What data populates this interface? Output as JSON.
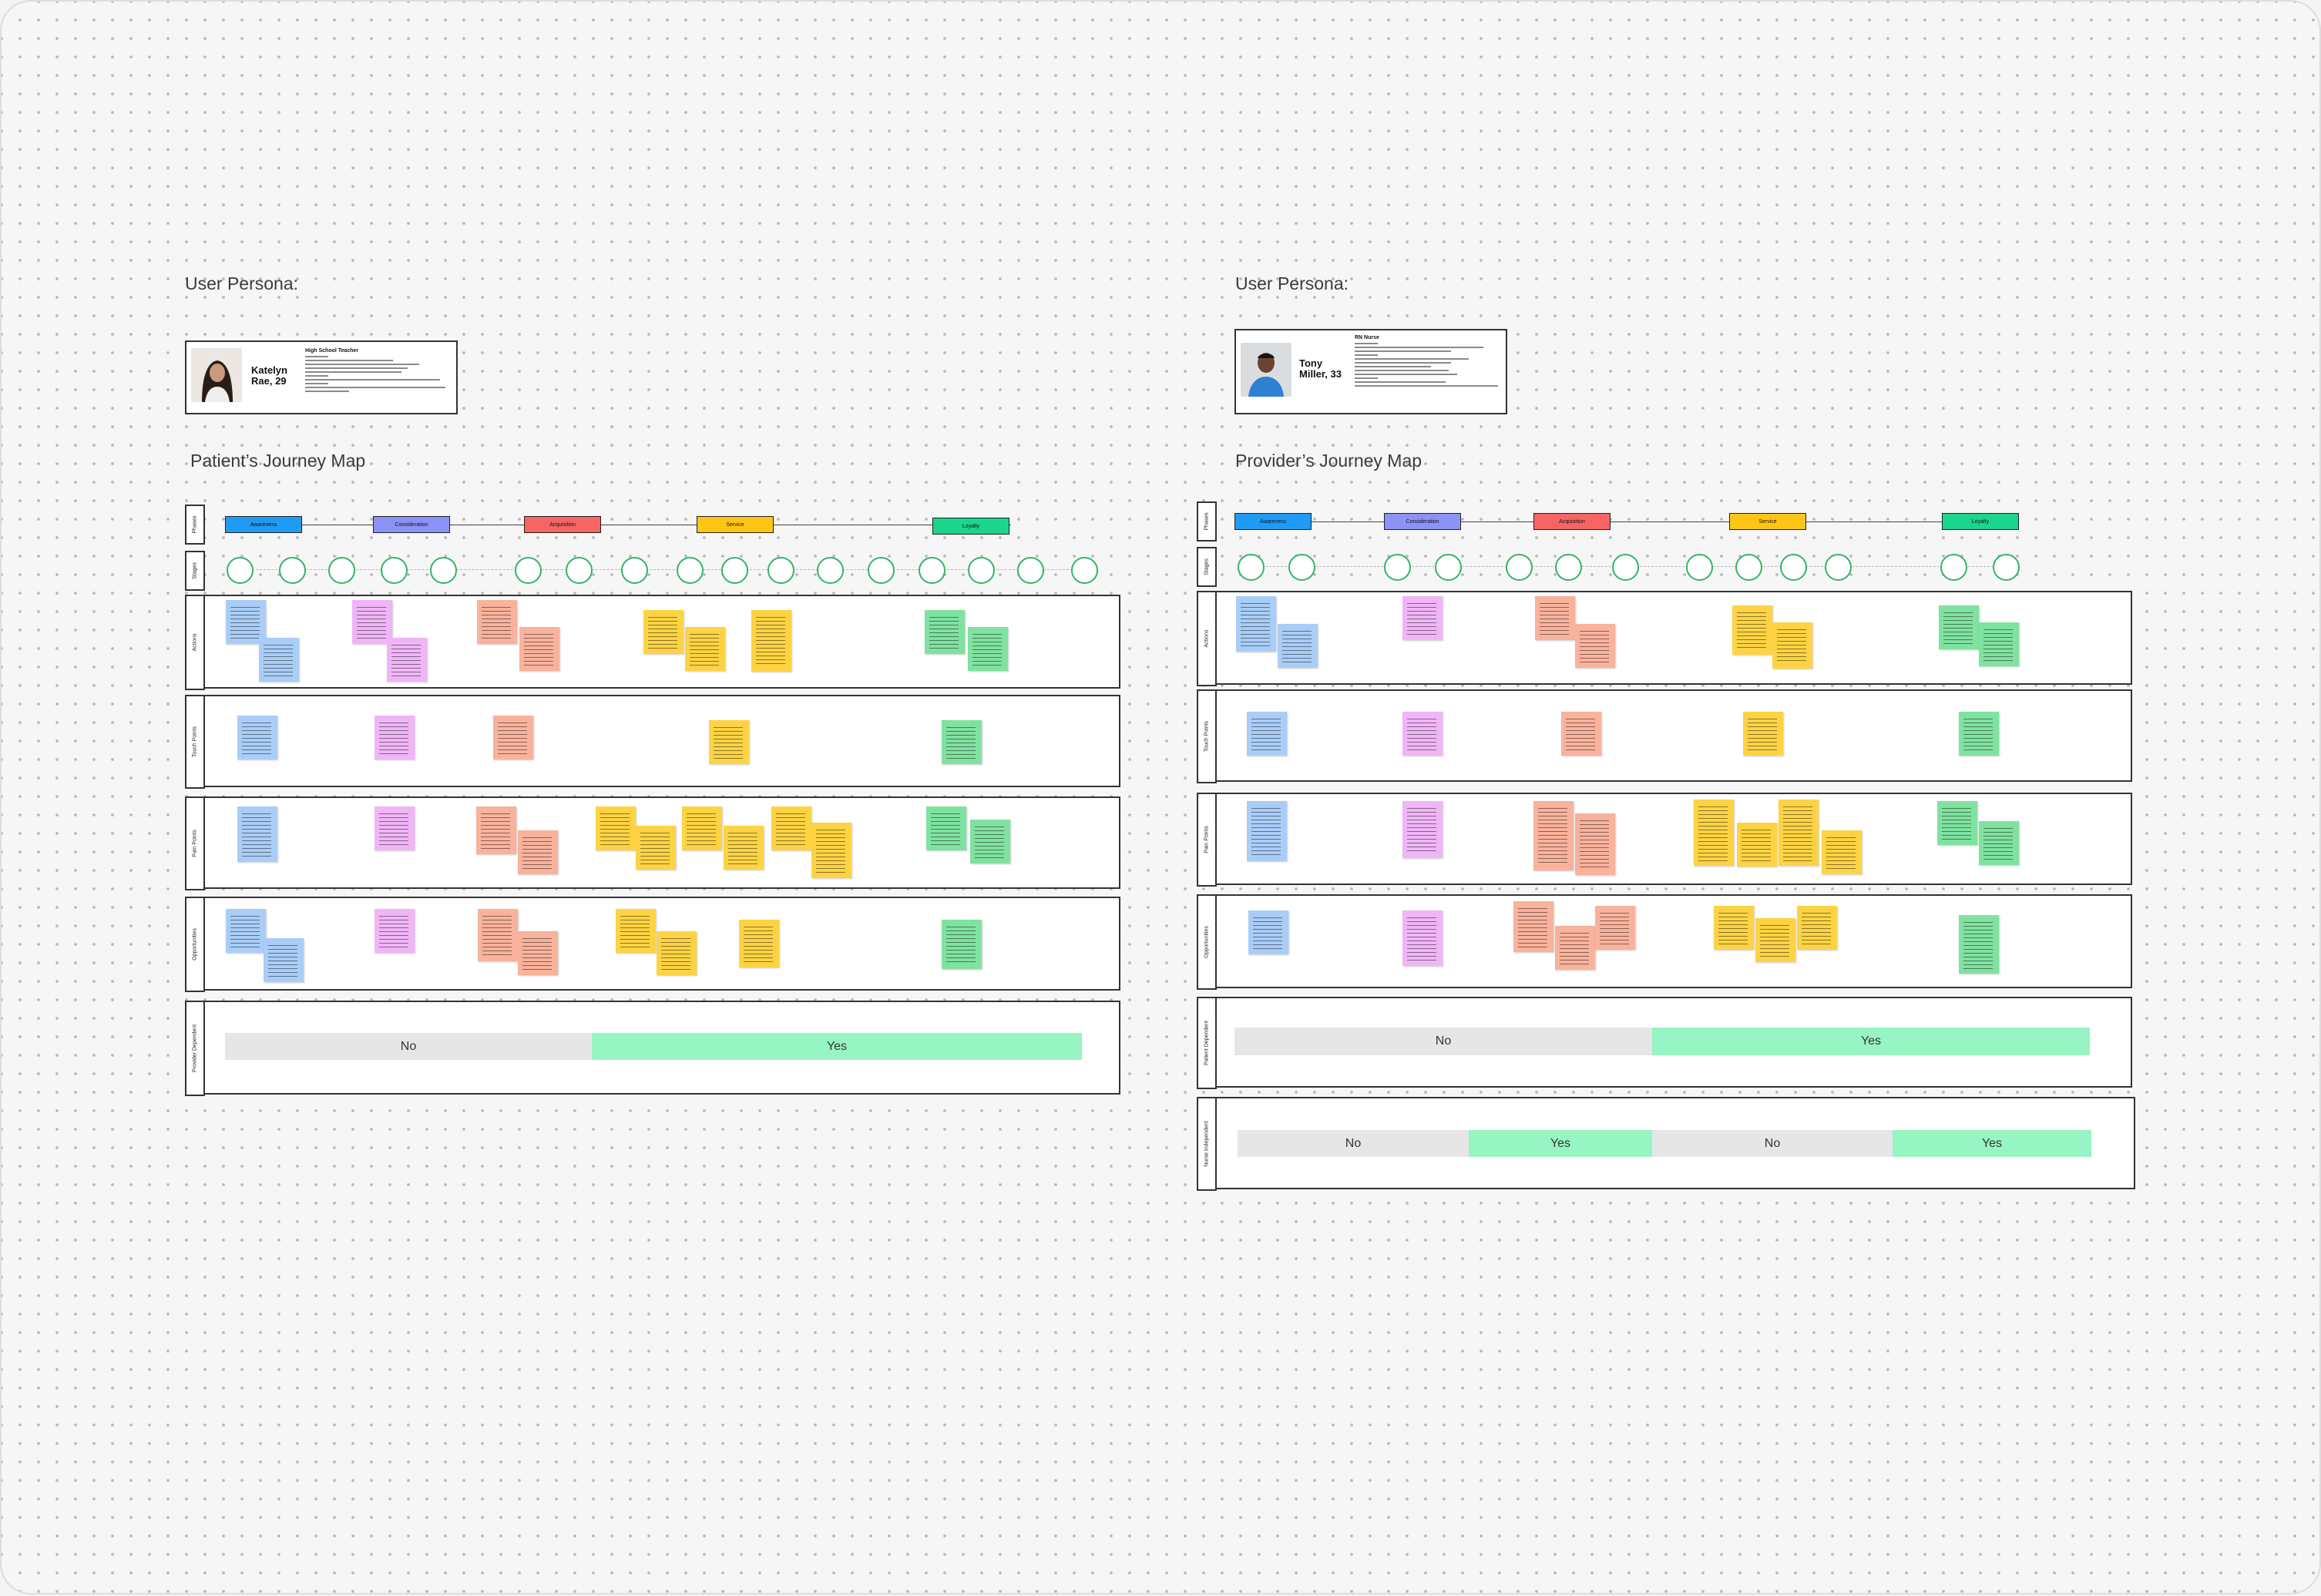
{
  "colors": {
    "blue": "#a9cdf7",
    "pink": "#f0b5f7",
    "salmon": "#f9b29c",
    "yellow": "#fdd343",
    "green": "#80e2a0",
    "no_bar": "#e6e6e6",
    "yes_bar": "#97f4c3",
    "phase_blue": "#1f9bf6",
    "phase_purple": "#8c92f7",
    "phase_red": "#f66564",
    "phase_yellow": "#fec516",
    "phase_green": "#1bd58c",
    "stage_outline": "#34b36b"
  },
  "patient": {
    "persona_heading": "User Persona:",
    "persona": {
      "name": "Katelyn Rae, 29",
      "role": "High School Teacher",
      "photo_icon": "woman-portrait"
    },
    "map_title": "Patient’s Journey Map",
    "row_labels": [
      "Phases",
      "Stages",
      "Actions",
      "Touch Points",
      "Pain Points",
      "Opportunities",
      "Provider Dependent"
    ],
    "phases": [
      "Awareness",
      "Consideration",
      "Acquisition",
      "Service",
      "Loyalty"
    ],
    "dependency": {
      "no": "No",
      "yes": "Yes"
    }
  },
  "provider": {
    "persona_heading": "User Persona:",
    "persona": {
      "name": "Tony Miller, 33",
      "role": "RN Nurse",
      "photo_icon": "man-portrait"
    },
    "map_title": "Provider’s Journey Map",
    "row_labels": [
      "Phases",
      "Stages",
      "Actions",
      "Touch Points",
      "Pain Points",
      "Opportunities",
      "Patient Dependent",
      "Nurse Independent"
    ],
    "phases": [
      "Awareness",
      "Consideration",
      "Acquisition",
      "Service",
      "Loyalty"
    ],
    "dependency": {
      "no": "No",
      "yes": "Yes"
    },
    "dependency2": {
      "no1": "No",
      "yes1": "Yes",
      "no2": "No",
      "yes2": "Yes"
    }
  }
}
